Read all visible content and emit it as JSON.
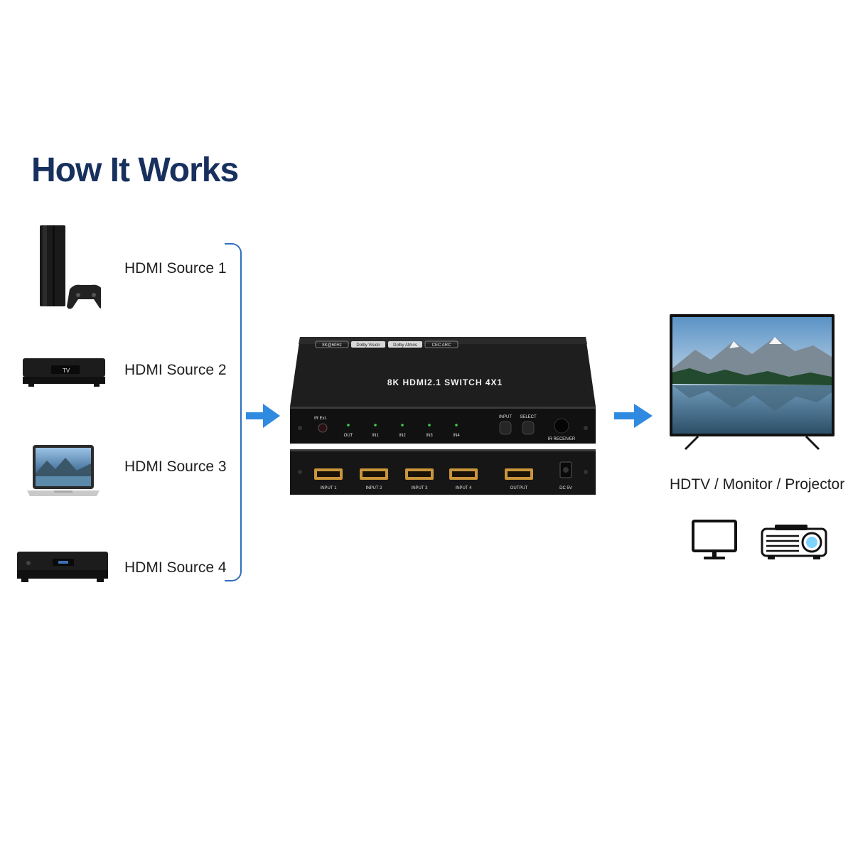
{
  "title": "How It Works",
  "sources": [
    {
      "label": "HDMI Source 1",
      "icon": "game-console-icon"
    },
    {
      "label": "HDMI Source 2",
      "icon": "set-top-box-icon"
    },
    {
      "label": "HDMI Source 3",
      "icon": "laptop-icon"
    },
    {
      "label": "HDMI Source 4",
      "icon": "blu-ray-player-icon"
    }
  ],
  "set_top_box_screen_text": "TV",
  "switch": {
    "name": "8K HDMI2.1 SWITCH 4X1",
    "badges": [
      "8K@60Hz",
      "Dolby Vision",
      "Dolby Atmos",
      "CEC ARC"
    ],
    "ir_ext": "IR Ext.",
    "leds": [
      "OUT",
      "IN1",
      "IN2",
      "IN3",
      "IN4"
    ],
    "buttons": [
      "INPUT",
      "SELECT"
    ],
    "ir_receiver": "IR RECEIVER",
    "ports": [
      "INPUT 1",
      "INPUT 2",
      "INPUT 3",
      "INPUT 4",
      "OUTPUT"
    ],
    "power": "DC 5V"
  },
  "destination": {
    "label": "HDTV / Monitor / Projector",
    "icons": [
      "monitor-icon",
      "projector-icon"
    ]
  },
  "colors": {
    "title": "#17305e",
    "arrow": "#2f8ae0",
    "bracket": "#2f6fc0",
    "led": "#3ecf4a",
    "port": "#c9963a"
  }
}
